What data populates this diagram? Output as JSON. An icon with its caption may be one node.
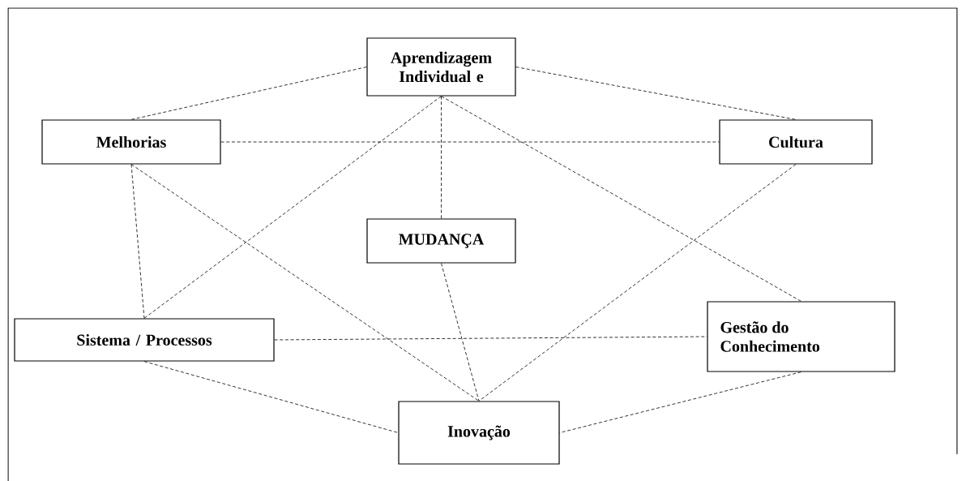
{
  "diagram": {
    "nodes": [
      {
        "text": [
          "Aprendizagem Individual e"
        ]
      },
      {
        "text": [
          "Melhorias"
        ]
      },
      {
        "text": [
          "Cultura"
        ]
      },
      {
        "text": [
          "MUDANÇA"
        ]
      },
      {
        "text": [
          "Sistema / Processos"
        ]
      },
      {
        "text": [
          "Gestão do Conhecimento"
        ]
      },
      {
        "text": [
          "Inovação"
        ]
      }
    ],
    "edges": [
      {
        "from": 0,
        "to": 1,
        "arrow": "none",
        "style": "dashed"
      },
      {
        "from": 0,
        "to": 2,
        "arrow": "none",
        "style": "dashed"
      },
      {
        "from": 1,
        "to": 2,
        "arrow": "none",
        "style": "dashed"
      },
      {
        "from": 0,
        "to": 4,
        "arrow": "none",
        "style": "dashed"
      },
      {
        "from": 0,
        "to": 3,
        "arrow": "none",
        "style": "dashed"
      },
      {
        "from": 0,
        "to": 5,
        "arrow": "none",
        "style": "dashed"
      },
      {
        "from": 1,
        "to": 4,
        "arrow": "none",
        "style": "dashed"
      },
      {
        "from": 1,
        "to": 6,
        "arrow": "none",
        "style": "dashed"
      },
      {
        "from": 2,
        "to": 6,
        "arrow": "none",
        "style": "dashed"
      },
      {
        "from": 3,
        "to": 6,
        "arrow": "none",
        "style": "dashed"
      },
      {
        "from": 4,
        "to": 5,
        "arrow": "none",
        "style": "dashed"
      },
      {
        "from": 4,
        "to": 6,
        "arrow": "none",
        "style": "dashed"
      },
      {
        "from": 5,
        "to": 6,
        "arrow": "none",
        "style": "dashed"
      }
    ]
  }
}
